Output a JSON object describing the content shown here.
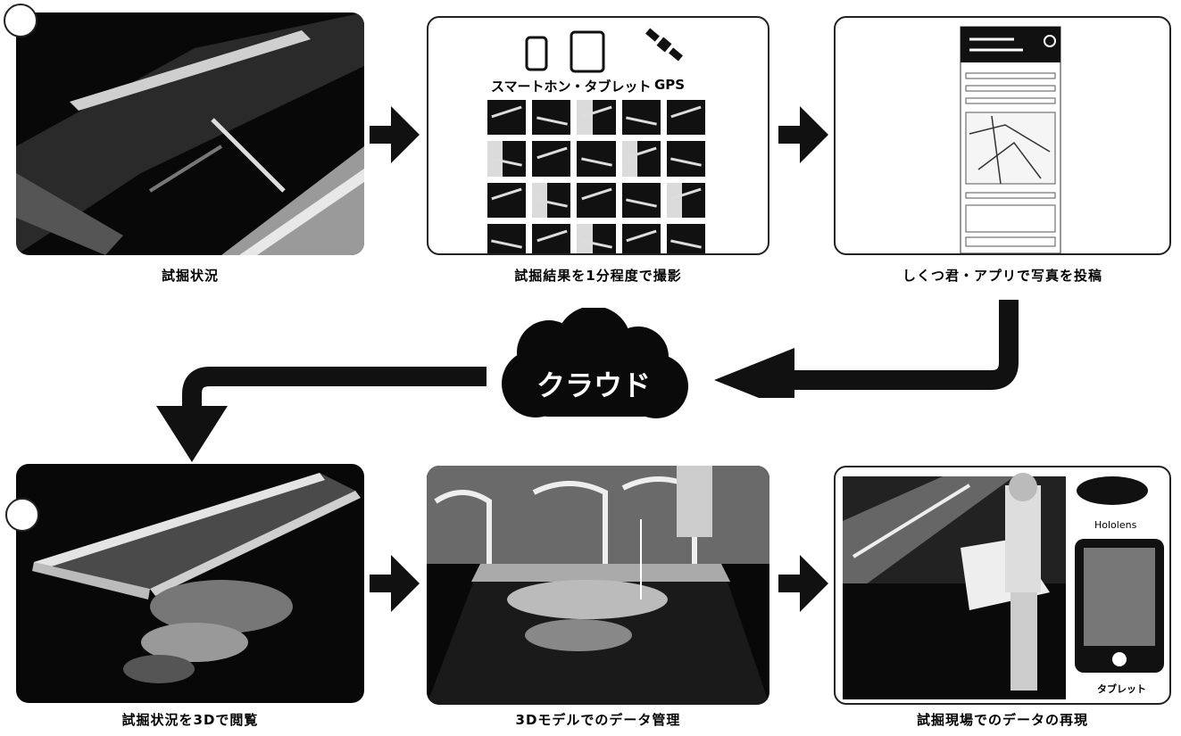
{
  "captions": {
    "c1": "試掘状況",
    "c2": "試掘結果を1分程度で撮影",
    "c3": "しくつ君・アプリで写真を投稿",
    "c4": "試掘状況を3Dで閲覧",
    "c5": "3Dモデルでのデータ管理",
    "c6": "試掘現場でのデータの再現"
  },
  "devices": {
    "phone_tablet": "スマートホン・タブレット",
    "gps": "GPS",
    "hololens": "Hololens",
    "tablet": "タブレット"
  },
  "cloud": {
    "label": "クラウド"
  }
}
